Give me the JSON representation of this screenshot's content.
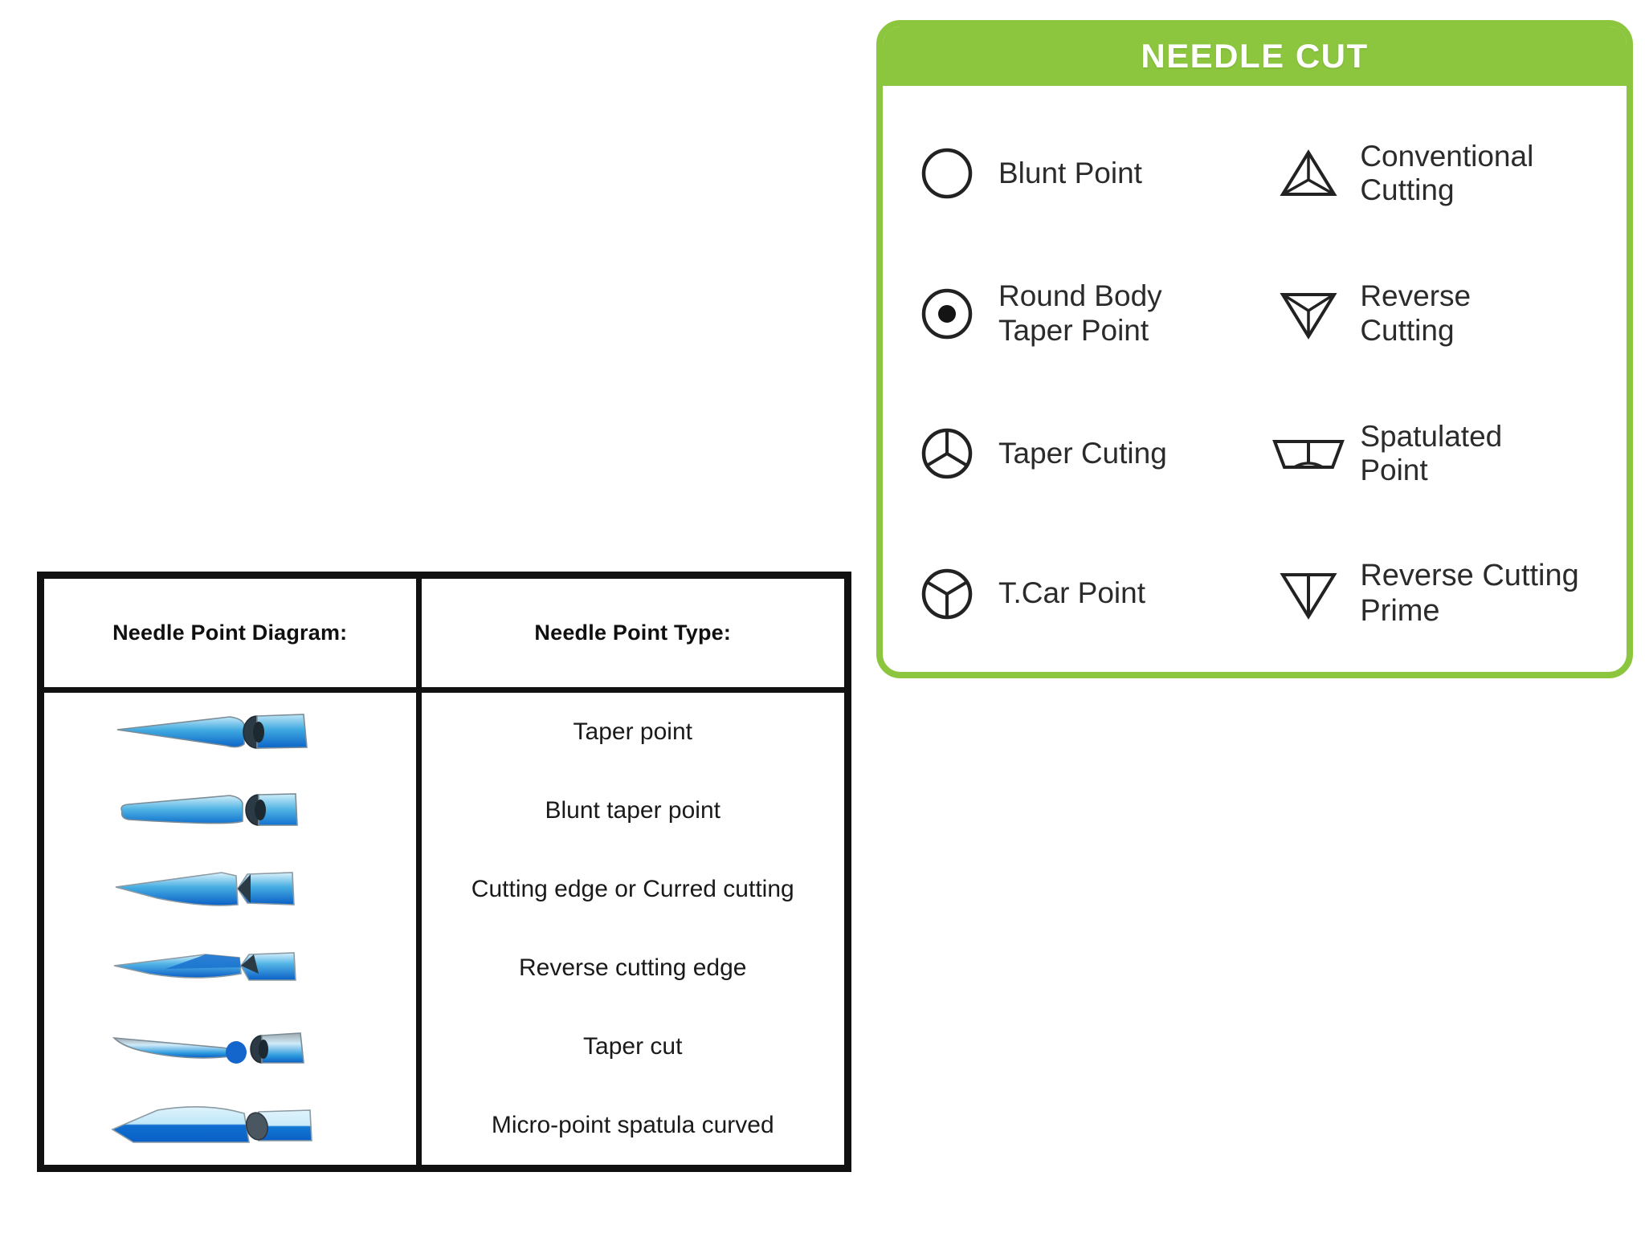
{
  "needle_cut_card": {
    "title": "NEEDLE CUT",
    "accent_color": "#8CC63E",
    "header_text_color": "#FFFFFF",
    "rows": [
      {
        "left": {
          "label": "Blunt Point",
          "icon": "open-circle-icon"
        },
        "right": {
          "label": "Conventional\nCutting",
          "icon": "triangle-up-spokes-icon"
        }
      },
      {
        "left": {
          "label": "Round Body\nTaper Point",
          "icon": "circle-dot-icon"
        },
        "right": {
          "label": "Reverse\nCutting",
          "icon": "triangle-down-spokes-icon"
        }
      },
      {
        "left": {
          "label": "Taper Cuting",
          "icon": "circle-y-spokes-icon"
        },
        "right": {
          "label": "Spatulated\nPoint",
          "icon": "trapezoid-spatula-icon"
        }
      },
      {
        "left": {
          "label": "T.Car Point",
          "icon": "circle-inverted-y-spokes-icon"
        },
        "right": {
          "label": "Reverse Cutting\nPrime",
          "icon": "triangle-down-line-icon"
        }
      }
    ]
  },
  "needle_table": {
    "headers": [
      "Needle Point Diagram:",
      "Needle Point Type:"
    ],
    "border_color": "#111111",
    "rows": [
      {
        "diagram": "taper-point-needle-diagram",
        "type": "Taper point"
      },
      {
        "diagram": "blunt-taper-point-needle-diagram",
        "type": "Blunt taper point"
      },
      {
        "diagram": "cutting-edge-needle-diagram",
        "type": "Cutting edge or Curred cutting"
      },
      {
        "diagram": "reverse-cutting-edge-needle-diagram",
        "type": "Reverse cutting edge"
      },
      {
        "diagram": "taper-cut-needle-diagram",
        "type": "Taper cut"
      },
      {
        "diagram": "micro-point-spatula-needle-diagram",
        "type": "Micro-point spatula curved"
      }
    ]
  }
}
